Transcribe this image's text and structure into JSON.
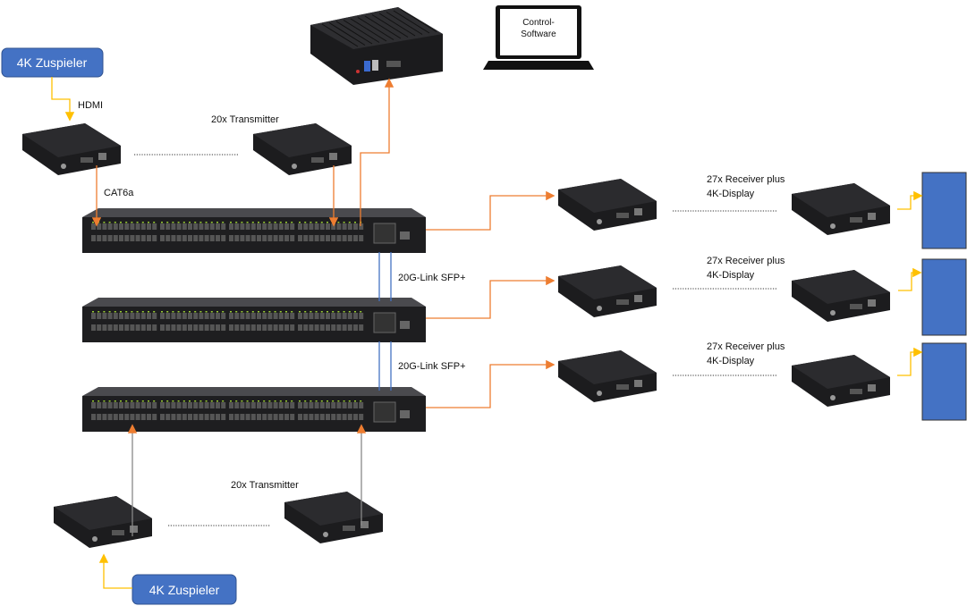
{
  "sources": [
    {
      "label": "4K Zuspieler"
    },
    {
      "label": "4K Zuspieler"
    }
  ],
  "labels": {
    "hdmi": "HDMI",
    "cat6a": "CAT6a",
    "transmitter_top": "20x Transmitter",
    "transmitter_bottom": "20x Transmitter",
    "link1": "20G-Link SFP+",
    "link2": "20G-Link SFP+"
  },
  "receiver_rows": [
    {
      "line1": "27x Receiver plus",
      "line2": "4K-Display"
    },
    {
      "line1": "27x Receiver plus",
      "line2": "4K-Display"
    },
    {
      "line1": "27x Receiver plus",
      "line2": "4K-Display"
    }
  ],
  "laptop": {
    "line1": "Control-",
    "line2": "Software"
  },
  "colors": {
    "source_box": "#4472c4",
    "display": "#4472c4",
    "cat_line": "#ed7d31",
    "hdmi_line": "#ffc000",
    "sfp_line": "#4472c4",
    "device": "#1c1c1e"
  }
}
